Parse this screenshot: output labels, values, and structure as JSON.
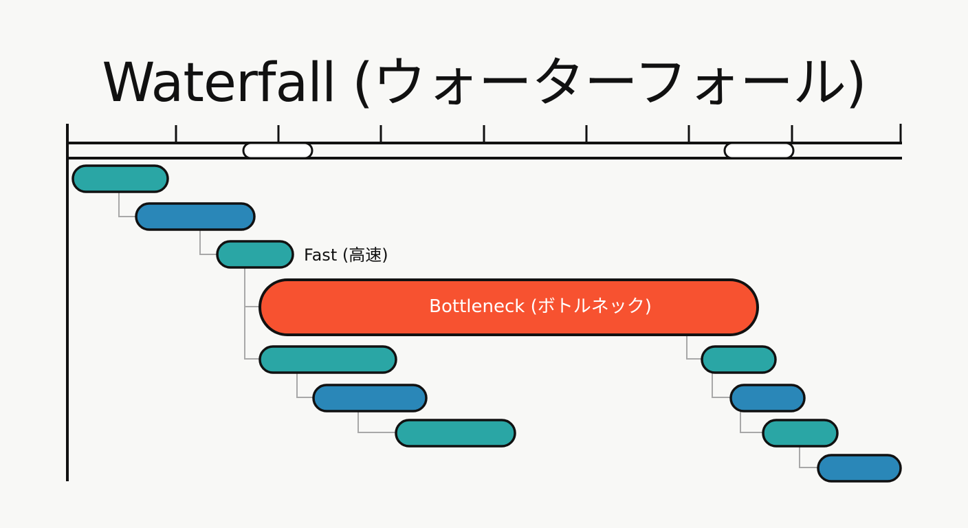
{
  "title": "Waterfall (ウォーターフォール)",
  "colors": {
    "teal": "#2aa6a5",
    "blue": "#2a87b8",
    "bottleneck": "#f75230",
    "outline": "#111111",
    "connector": "#a8a8a8"
  },
  "timeline": {
    "ticks": 9,
    "highlighted_segments": 2
  },
  "tasks": [
    {
      "id": "t1",
      "color": "teal"
    },
    {
      "id": "t2",
      "color": "blue"
    },
    {
      "id": "t3",
      "color": "teal",
      "label": "Fast (高速)"
    },
    {
      "id": "t4",
      "color": "bottleneck",
      "label": "Bottleneck (ボトルネック)"
    },
    {
      "id": "t5",
      "color": "teal"
    },
    {
      "id": "t6",
      "color": "blue"
    },
    {
      "id": "t7",
      "color": "teal"
    },
    {
      "id": "t8",
      "color": "teal"
    },
    {
      "id": "t9",
      "color": "blue"
    },
    {
      "id": "t10",
      "color": "teal"
    },
    {
      "id": "t11",
      "color": "blue"
    }
  ]
}
